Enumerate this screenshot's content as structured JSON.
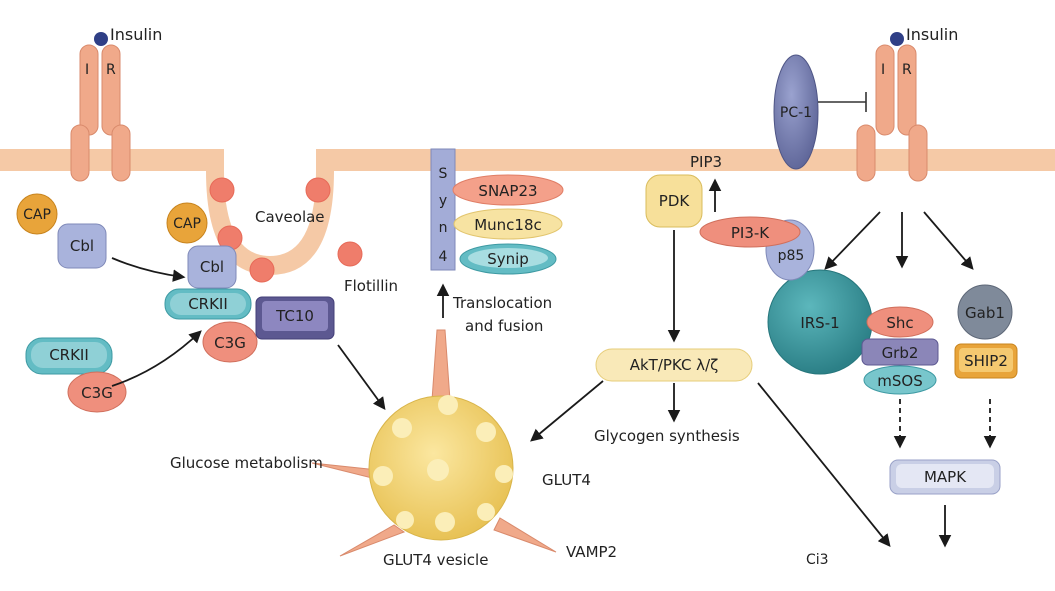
{
  "labels": {
    "insulin_left": "Insulin",
    "insulin_right": "Insulin",
    "ir_left_i": "I",
    "ir_left_r": "R",
    "ir_right_i": "I",
    "ir_right_r": "R",
    "pc1": "PC-1",
    "cap1": "CAP",
    "cbl1": "Cbl",
    "cap2": "CAP",
    "cbl2": "Cbl",
    "crkii1": "CRKII",
    "c3g1": "C3G",
    "tc10": "TC10",
    "crkii2": "CRKII",
    "c3g2": "C3G",
    "caveolae": "Caveolae",
    "flotillin": "Flotillin",
    "syn4": [
      "S",
      "y",
      "n",
      "4"
    ],
    "snap23": "SNAP23",
    "munc18c": "Munc18c",
    "synip": "Synip",
    "translocation_1": "Translocation",
    "translocation_2": "and fusion",
    "pip3": "PIP3",
    "pdk": "PDK",
    "pi3k": "PI3-K",
    "p85": "p85",
    "irs1": "IRS-1",
    "akt": "AkT/PKC λ/ζ",
    "glycogen": "Glycogen synthesis",
    "glucose_metabolism": "Glucose metabolism",
    "glut4": "GLUT4",
    "glut4_vesicle": "GLUT4 vesicle",
    "vamp2": "VAMP2",
    "shc": "Shc",
    "grb2": "Grb2",
    "msos": "mSOS",
    "gab1": "Gab1",
    "ship2": "SHIP2",
    "mapk": "MAPK",
    "logo": "Ci3"
  },
  "colors": {
    "membrane": "#f5c9a6",
    "receptor": "#f0a98a",
    "insulin": "#2f3f86",
    "orange_protein": "#e8a43a",
    "lavender": "#a9b3dc",
    "teal": "#63bcc4",
    "salmon": "#ef8f7d",
    "purple": "#5c5891",
    "yellow": "#f7e09a",
    "irs1": "#3b9aa0",
    "syn4": "#a3acd7",
    "gray": "#7f8a9a",
    "vesicle": "#f3d26a"
  }
}
